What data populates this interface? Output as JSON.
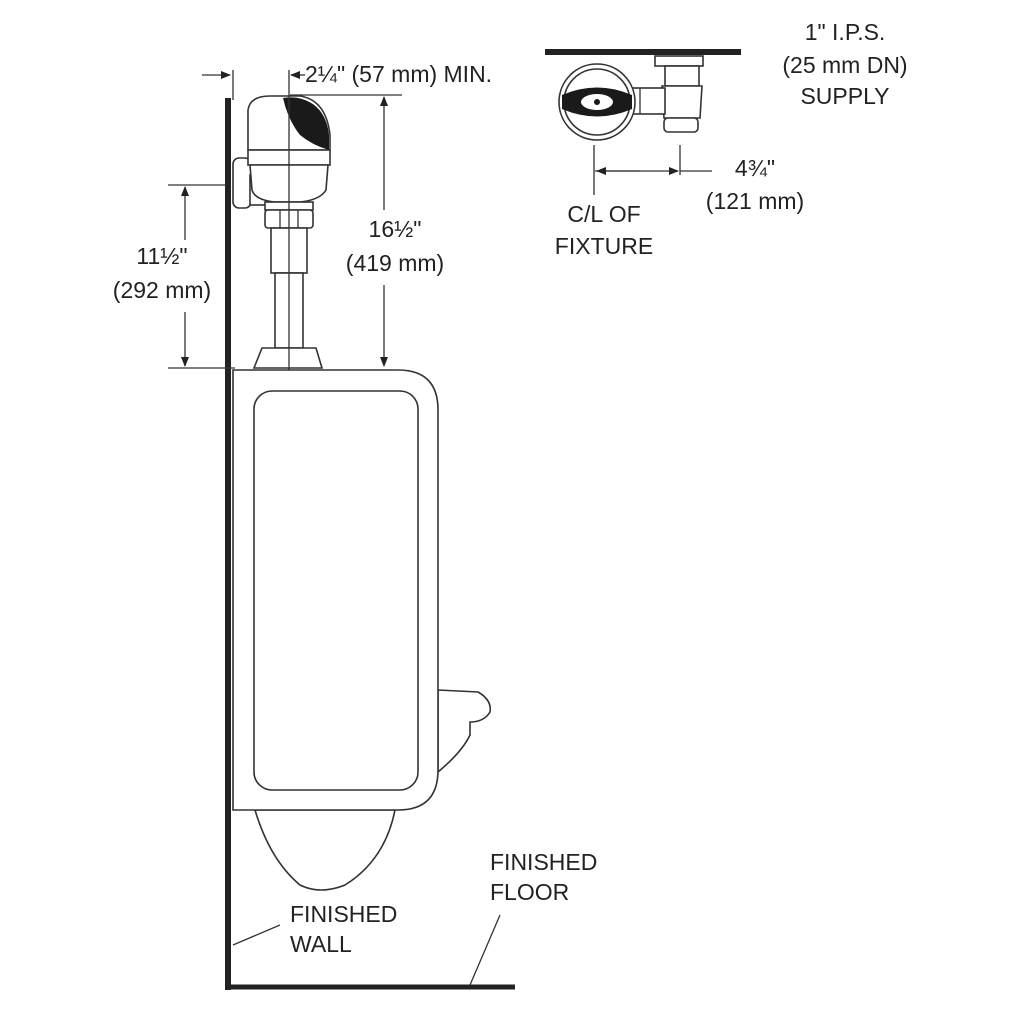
{
  "labels": {
    "offset_dim": "2¼\" (57 mm) MIN.",
    "height_dim_in": "16½\"",
    "height_dim_mm": "(419 mm)",
    "spud_dim_in": "11½\"",
    "spud_dim_mm": "(292 mm)",
    "supply_line1": "1\" I.P.S.",
    "supply_line2": "(25 mm DN)",
    "supply_line3": "SUPPLY",
    "rough_dim_in": "4¾\"",
    "rough_dim_mm": "(121 mm)",
    "centerline_line1": "C/L OF",
    "centerline_line2": "FIXTURE",
    "wall_line1": "FINISHED",
    "wall_line2": "WALL",
    "floor_line1": "FINISHED",
    "floor_line2": "FLOOR"
  },
  "colors": {
    "line": "#222222",
    "sensor": "#1a1a1a"
  }
}
